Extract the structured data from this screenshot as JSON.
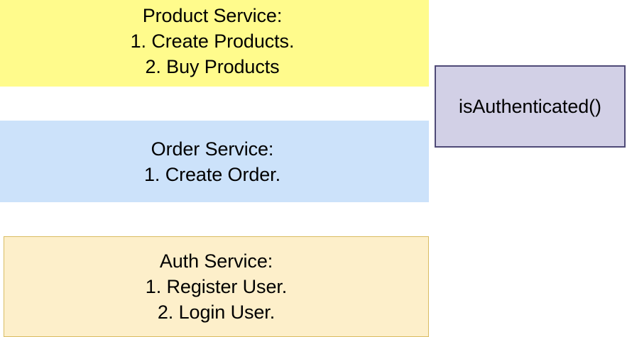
{
  "diagram": {
    "type": "service-architecture-notes",
    "background_color": "#ffffff",
    "nodes": [
      {
        "id": "product-service",
        "name": "Product Service",
        "title": "Product Service:",
        "lines": [
          "Product Service:",
          "1. Create Products.",
          "2. Buy Products"
        ],
        "fill_color": "#fffb8c",
        "border_color": "none",
        "text_color": "#000000"
      },
      {
        "id": "order-service",
        "name": "Order Service",
        "title": "Order Service:",
        "lines": [
          "Order Service:",
          "1. Create Order."
        ],
        "fill_color": "#cce2fa",
        "border_color": "none",
        "text_color": "#000000"
      },
      {
        "id": "auth-service",
        "name": "Auth Service",
        "title": "Auth Service:",
        "lines": [
          "Auth Service:",
          "1. Register User.",
          "2. Login User."
        ],
        "fill_color": "#fdefca",
        "border_color": "#d9bc63",
        "text_color": "#000000"
      },
      {
        "id": "is-authenticated",
        "name": "isAuthenticated",
        "title": "isAuthenticated()",
        "lines": [
          "isAuthenticated()"
        ],
        "fill_color": "#d2d0e6",
        "border_color": "#4f4a77",
        "text_color": "#000000"
      }
    ]
  }
}
